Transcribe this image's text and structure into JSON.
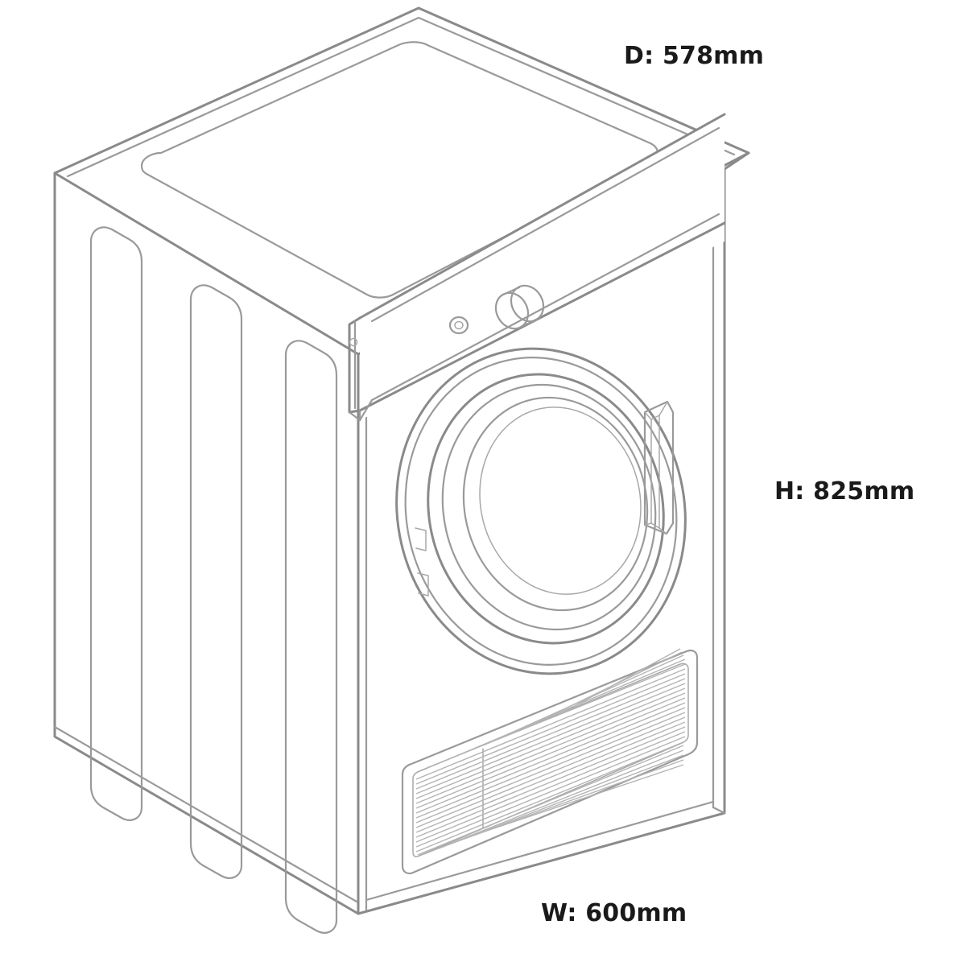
{
  "diagram": {
    "subject": "tumble-dryer-line-drawing",
    "view": "isometric-front-left",
    "line_color": "#8a8a8a",
    "background_color": "#ffffff",
    "text_color": "#1a1a1a"
  },
  "dimensions": {
    "depth": {
      "label": "D: 578mm",
      "key": "D",
      "value": 578,
      "unit": "mm"
    },
    "height": {
      "label": "H: 825mm",
      "key": "H",
      "value": 825,
      "unit": "mm"
    },
    "width": {
      "label": "W: 600mm",
      "key": "W",
      "value": 600,
      "unit": "mm"
    }
  },
  "parts": {
    "top_panel": "top-panel",
    "top_recess": "top-recessed-plate",
    "side_panel": "left-side-panel",
    "side_ribs": 3,
    "front_panel": "front-panel",
    "control_panel": "control-panel",
    "control_knob": "program-selector-knob",
    "control_button": "start-button",
    "control_screw": "panel-screw",
    "door": "porthole-door",
    "door_rings": 4,
    "door_handle": "door-handle",
    "door_hinges": 2,
    "vent_grille": "lower-vent-grille",
    "vent_louvres": 42
  }
}
